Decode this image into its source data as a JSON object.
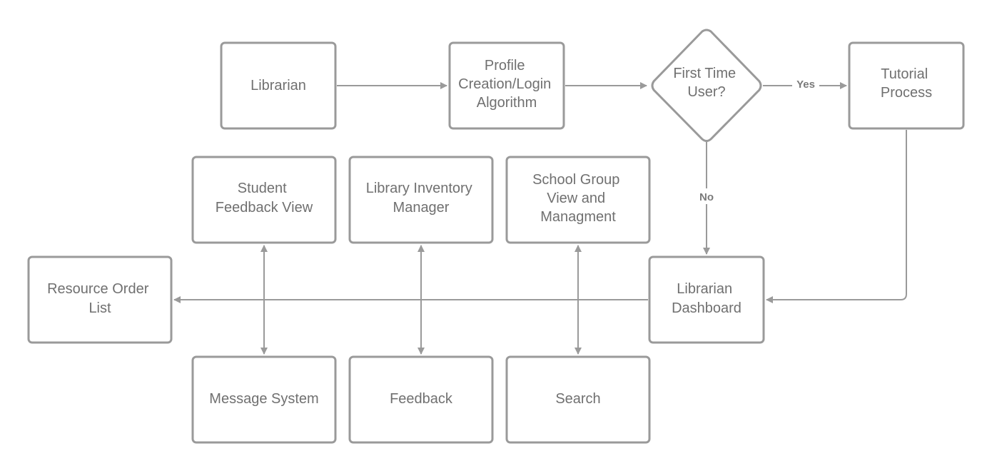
{
  "diagram": {
    "nodes": {
      "librarian": [
        "Librarian"
      ],
      "profile": [
        "Profile",
        "Creation/Login",
        "Algorithm"
      ],
      "first_time": [
        "First Time",
        "User?"
      ],
      "tutorial": [
        "Tutorial",
        "Process"
      ],
      "student_feedback": [
        "Student",
        "Feedback View"
      ],
      "inventory": [
        "Library Inventory",
        "Manager"
      ],
      "school_group": [
        "School Group",
        "View and",
        "Managment"
      ],
      "resource_order": [
        "Resource Order",
        "List"
      ],
      "dashboard": [
        "Librarian",
        "Dashboard"
      ],
      "message": [
        "Message System"
      ],
      "feedback": [
        "Feedback"
      ],
      "search": [
        "Search"
      ]
    },
    "edge_labels": {
      "yes": "Yes",
      "no": "No"
    },
    "colors": {
      "stroke": "#9a9a9a",
      "text": "#707070",
      "background": "#ffffff"
    }
  }
}
